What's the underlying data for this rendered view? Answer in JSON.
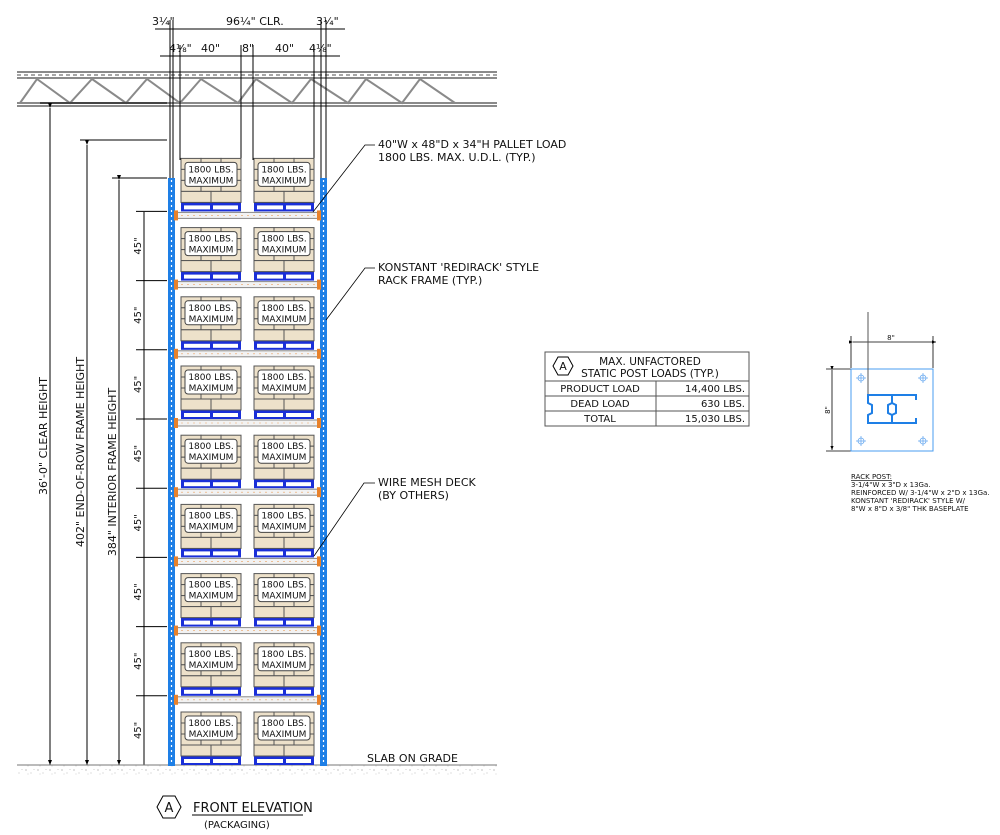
{
  "drawing": {
    "top_dimensions": {
      "left_post": "3¼\"",
      "clear": "96¼\" CLR.",
      "right_post": "3¼\"",
      "left_gap": "4⅛\"",
      "bay_left": "40\"",
      "center_gap": "8\"",
      "bay_right": "40\"",
      "right_gap": "4⅛\""
    },
    "vertical_dimensions": {
      "clear_height": "36'-0\" CLEAR HEIGHT",
      "end_of_row": "402\" END-OF-ROW FRAME HEIGHT",
      "interior": "384\" INTERIOR FRAME HEIGHT",
      "level_spacing": [
        "45\"",
        "45\"",
        "45\"",
        "45\"",
        "45\"",
        "45\"",
        "45\"",
        "45\""
      ]
    },
    "pallet_label": [
      "1800 LBS.",
      "MAXIMUM"
    ],
    "levels": 9,
    "callouts": {
      "pallet_load": [
        "40\"W x 48\"D x 34\"H PALLET LOAD",
        "1800 LBS. MAX. U.D.L. (TYP.)"
      ],
      "rack_frame": [
        "KONSTANT 'REDIRACK' STYLE",
        "RACK FRAME (TYP.)"
      ],
      "wire_deck": [
        "WIRE MESH DECK",
        "(BY OTHERS)"
      ],
      "slab": "SLAB ON GRADE"
    },
    "title": {
      "tag": "A",
      "name": "FRONT ELEVATION",
      "sub": "(PACKAGING)"
    }
  },
  "load_table": {
    "tag": "A",
    "heading": [
      "MAX. UNFACTORED",
      "STATIC POST LOADS (TYP.)"
    ],
    "rows": [
      {
        "label": "PRODUCT LOAD",
        "value": "14,400 LBS."
      },
      {
        "label": "DEAD LOAD",
        "value": "630 LBS."
      },
      {
        "label": "TOTAL",
        "value": "15,030 LBS."
      }
    ]
  },
  "rack_post_detail": {
    "width_dim": "8\"",
    "depth_dim": "8\"",
    "notes_title": "RACK POST:",
    "notes": [
      "3-1/4\"W x 3\"D x 13Ga.",
      "REINFORCED W/ 3-1/4\"W x 2\"D x 13Ga.",
      "KONSTANT 'REDIRACK' STYLE W/",
      "8\"W x 8\"D x 3/8\" THK BASEPLATE"
    ]
  },
  "colors": {
    "post": "#1e7fe6",
    "pallet": "#1a2fd8",
    "carton": "#ede1ca",
    "beam_connector": "#e8812a",
    "truss": "#8a8a8a"
  }
}
